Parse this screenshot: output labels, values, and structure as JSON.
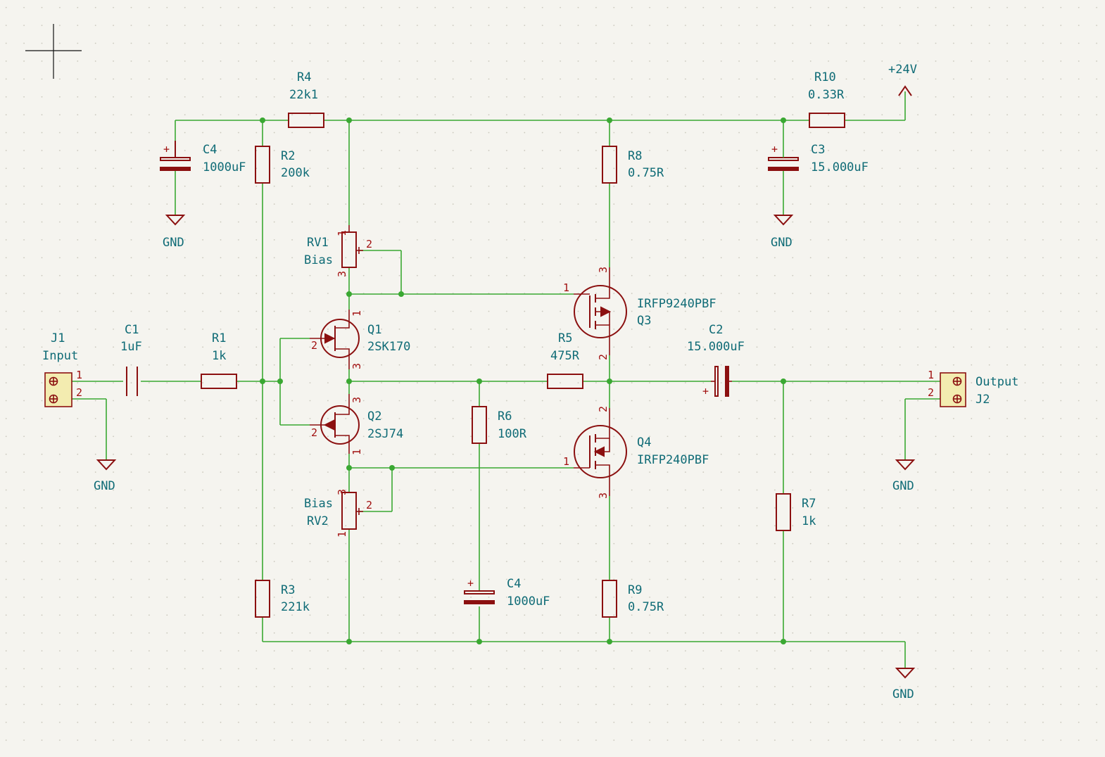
{
  "power": {
    "vcc": "+24V",
    "gnd": "GND"
  },
  "components": {
    "j1": {
      "ref": "J1",
      "value": "Input",
      "pin1": "1",
      "pin2": "2"
    },
    "j2": {
      "ref": "J2",
      "value": "Output",
      "pin1": "1",
      "pin2": "2"
    },
    "c1": {
      "ref": "C1",
      "value": "1uF"
    },
    "c2": {
      "ref": "C2",
      "value": "15.000uF"
    },
    "c3": {
      "ref": "C3",
      "value": "15.000uF"
    },
    "c4a": {
      "ref": "C4",
      "value": "1000uF"
    },
    "c4b": {
      "ref": "C4",
      "value": "1000uF"
    },
    "r1": {
      "ref": "R1",
      "value": "1k"
    },
    "r2": {
      "ref": "R2",
      "value": "200k"
    },
    "r3": {
      "ref": "R3",
      "value": "221k"
    },
    "r4": {
      "ref": "R4",
      "value": "22k1"
    },
    "r5": {
      "ref": "R5",
      "value": "475R"
    },
    "r6": {
      "ref": "R6",
      "value": "100R"
    },
    "r7": {
      "ref": "R7",
      "value": "1k"
    },
    "r8": {
      "ref": "R8",
      "value": "0.75R"
    },
    "r9": {
      "ref": "R9",
      "value": "0.75R"
    },
    "r10": {
      "ref": "R10",
      "value": "0.33R"
    },
    "rv1": {
      "ref": "RV1",
      "value": "Bias",
      "pin1": "1",
      "pin2": "2",
      "pin3": "3"
    },
    "rv2": {
      "ref": "RV2",
      "value": "Bias",
      "pin1": "1",
      "pin2": "2",
      "pin3": "3"
    },
    "q1": {
      "ref": "Q1",
      "value": "2SK170",
      "pin1": "1",
      "pin2": "2",
      "pin3": "3"
    },
    "q2": {
      "ref": "Q2",
      "value": "2SJ74",
      "pin1": "1",
      "pin2": "2",
      "pin3": "3"
    },
    "q3": {
      "ref": "Q3",
      "value": "IRFP9240PBF",
      "pin1": "1",
      "pin2": "2",
      "pin3": "3"
    },
    "q4": {
      "ref": "Q4",
      "value": "IRFP240PBF",
      "pin1": "1",
      "pin2": "2",
      "pin3": "3"
    }
  },
  "plus_sign": "+",
  "colors": {
    "background": "#f5f4ef",
    "wire": "#3aa832",
    "symbol": "#8b1010",
    "label": "#0f6b76",
    "pin_number": "#a11010",
    "connector_fill": "#f3ecb0"
  }
}
